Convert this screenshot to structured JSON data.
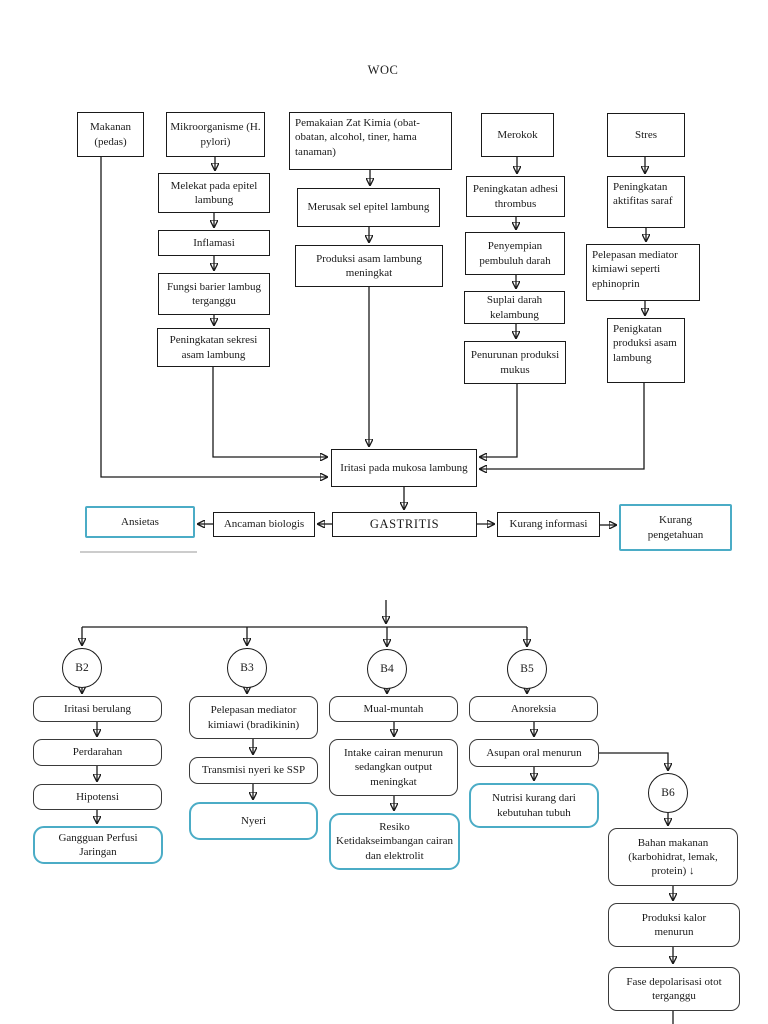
{
  "title": "WOC",
  "colors": {
    "accent_teal": "#4bacc6",
    "line": "#1a1a1a",
    "page_bg": "#ffffff"
  },
  "nodes": {
    "makanan": "Makanan (pedas)",
    "mikro": "Mikroorganisme (H. pylori)",
    "zatkimia": "Pemakaian Zat Kimia (obat-obatan, alcohol, tiner, hama tanaman)",
    "merokok": "Merokok",
    "stres": "Stres",
    "melekat": "Melekat pada epitel lambung",
    "inflamasi": "Inflamasi",
    "fungsi": "Fungsi barier lambug terganggu",
    "sekresi": "Peningkatan sekresi asam lambung",
    "merusak": "Merusak sel epitel lambung",
    "produksi": "Produksi asam lambung meningkat",
    "adhesi": "Peningkatan adhesi thrombus",
    "penyempian": "Penyempian pembuluh darah",
    "suplai": "Suplai darah kelambung",
    "penurunan": "Penurunan produksi mukus",
    "aktifitas": "Peningkatan aktifitas saraf",
    "pelepasan_saraf": "Pelepasan mediator kimiawi seperti ephinoprin",
    "penigkatan": "Penigkatan produksi asam lambung",
    "iritasi_mukosa": "Iritasi pada mukosa lambung",
    "ansietas": "Ansietas",
    "ancaman": "Ancaman biologis",
    "gastritis": "GASTRITIS",
    "kurang_informasi": "Kurang informasi",
    "kurang_pengetahuan": "Kurang pengetahuan",
    "b2": "B2",
    "b3": "B3",
    "b4": "B4",
    "b5": "B5",
    "b6": "B6",
    "iritasi_berulang": "Iritasi berulang",
    "perdarahan": "Perdarahan",
    "hipotensi": "Hipotensi",
    "gangguan_perfusi": "Gangguan Perfusi Jaringan",
    "pelepasan_bradikinin": "Pelepasan mediator kimiawi (bradikinin)",
    "transmisi": "Transmisi nyeri ke SSP",
    "nyeri": "Nyeri",
    "mual": "Mual-muntah",
    "intake": "Intake cairan menurun sedangkan output meningkat",
    "resiko": "Resiko Ketidakseimbangan cairan dan elektrolit",
    "anoreksia": "Anoreksia",
    "asupan": "Asupan oral menurun",
    "nutrisi": "Nutrisi kurang dari kebutuhan tubuh",
    "bahan": "Bahan makanan (karbohidrat, lemak, protein) ↓",
    "kalor": "Produksi kalor menurun",
    "fase": "Fase depolarisasi otot terganggu"
  }
}
